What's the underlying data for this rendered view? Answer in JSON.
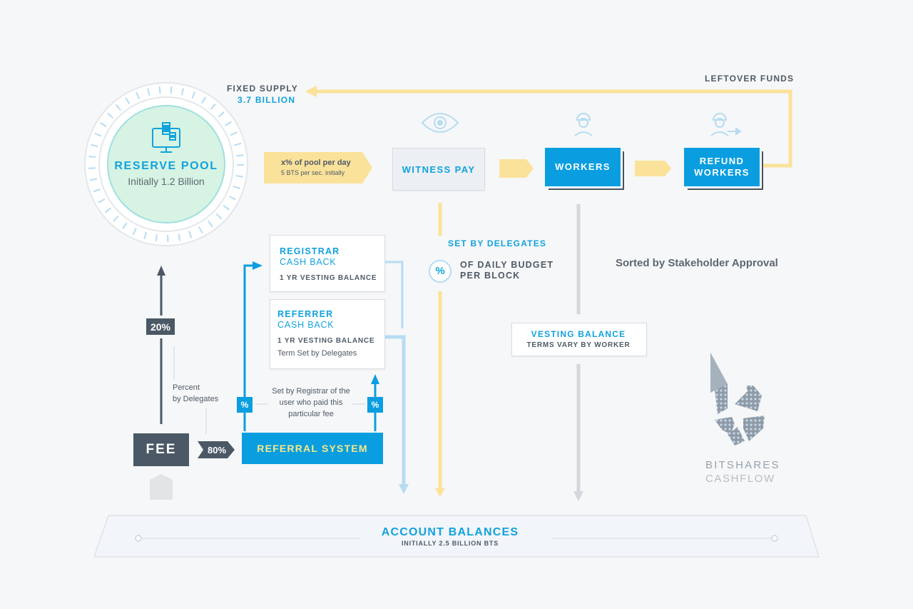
{
  "supply": {
    "label": "FIXED SUPPLY",
    "amount": "3.7 BILLION"
  },
  "leftover": "LEFTOVER FUNDS",
  "reserve": {
    "title": "RESERVE POOL",
    "subtitle": "Initially 1.2 Billion"
  },
  "pool_tag": {
    "main": "x% of pool per day",
    "sub": "5 BTS per sec. initially"
  },
  "witness": {
    "label": "WITNESS PAY"
  },
  "workers": {
    "label": "WORKERS"
  },
  "refund": {
    "line1": "REFUND",
    "line2": "WORKERS"
  },
  "delegates": {
    "title": "SET BY DELEGATES",
    "line1": "OF DAILY BUDGET",
    "line2": "PER BLOCK",
    "icon": "%"
  },
  "sorted": "Sorted by Stakeholder Approval",
  "registrar": {
    "title": "REGISTRAR",
    "sub": "CASH BACK",
    "detail": "1 YR VESTING BALANCE"
  },
  "referrer": {
    "title": "REFERRER",
    "sub": "CASH BACK",
    "detail": "1 YR VESTING BALANCE",
    "term": "Term Set by Delegates"
  },
  "vesting": {
    "title": "VESTING BALANCE",
    "sub": "TERMS VARY BY WORKER"
  },
  "pct20": "20%",
  "pct80": "80%",
  "percent_note": {
    "line1": "Percent",
    "line2": "by Delegates"
  },
  "registrar_note": {
    "line1": "Set by Registrar of the",
    "line2": "user who paid this",
    "line3": "particular fee"
  },
  "pct_symbol": "%",
  "fee": "FEE",
  "referral": "REFERRAL SYSTEM",
  "account": {
    "title": "ACCOUNT BALANCES",
    "sub": "INITIALLY 2.5 BILLION BTS"
  },
  "brand": {
    "line1": "BITSHARES",
    "line2": "CASHFLOW"
  },
  "colors": {
    "blue": "#0a9ee0",
    "yellow": "#fbe29a",
    "dark": "#4b5866",
    "grey": "#d3d7db",
    "lightblue": "#b7dcf2"
  }
}
